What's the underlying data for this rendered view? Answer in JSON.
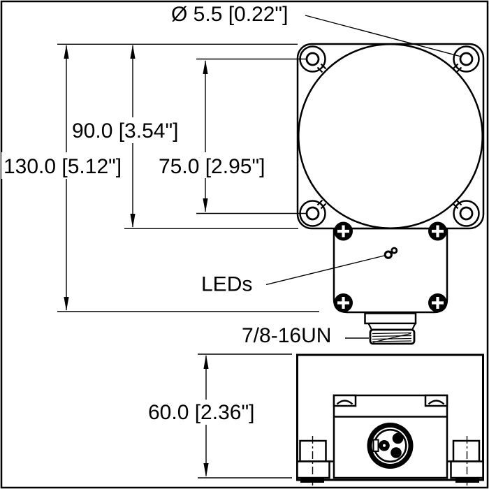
{
  "drawing": {
    "title": "sensor-dimension-drawing",
    "background_color": "#ffffff",
    "line_color": "#000000",
    "labels": {
      "hole_diameter": "Ø 5.5 [0.22\"]",
      "head_height": "90.0 [3.54\"]",
      "overall_height": "130.0 [5.12\"]",
      "mounting_hole_spacing": "75.0 [2.95\"]",
      "housing_depth": "60.0 [2.36\"]",
      "leds": "LEDs",
      "connector_thread": "7/8-16UN"
    }
  }
}
